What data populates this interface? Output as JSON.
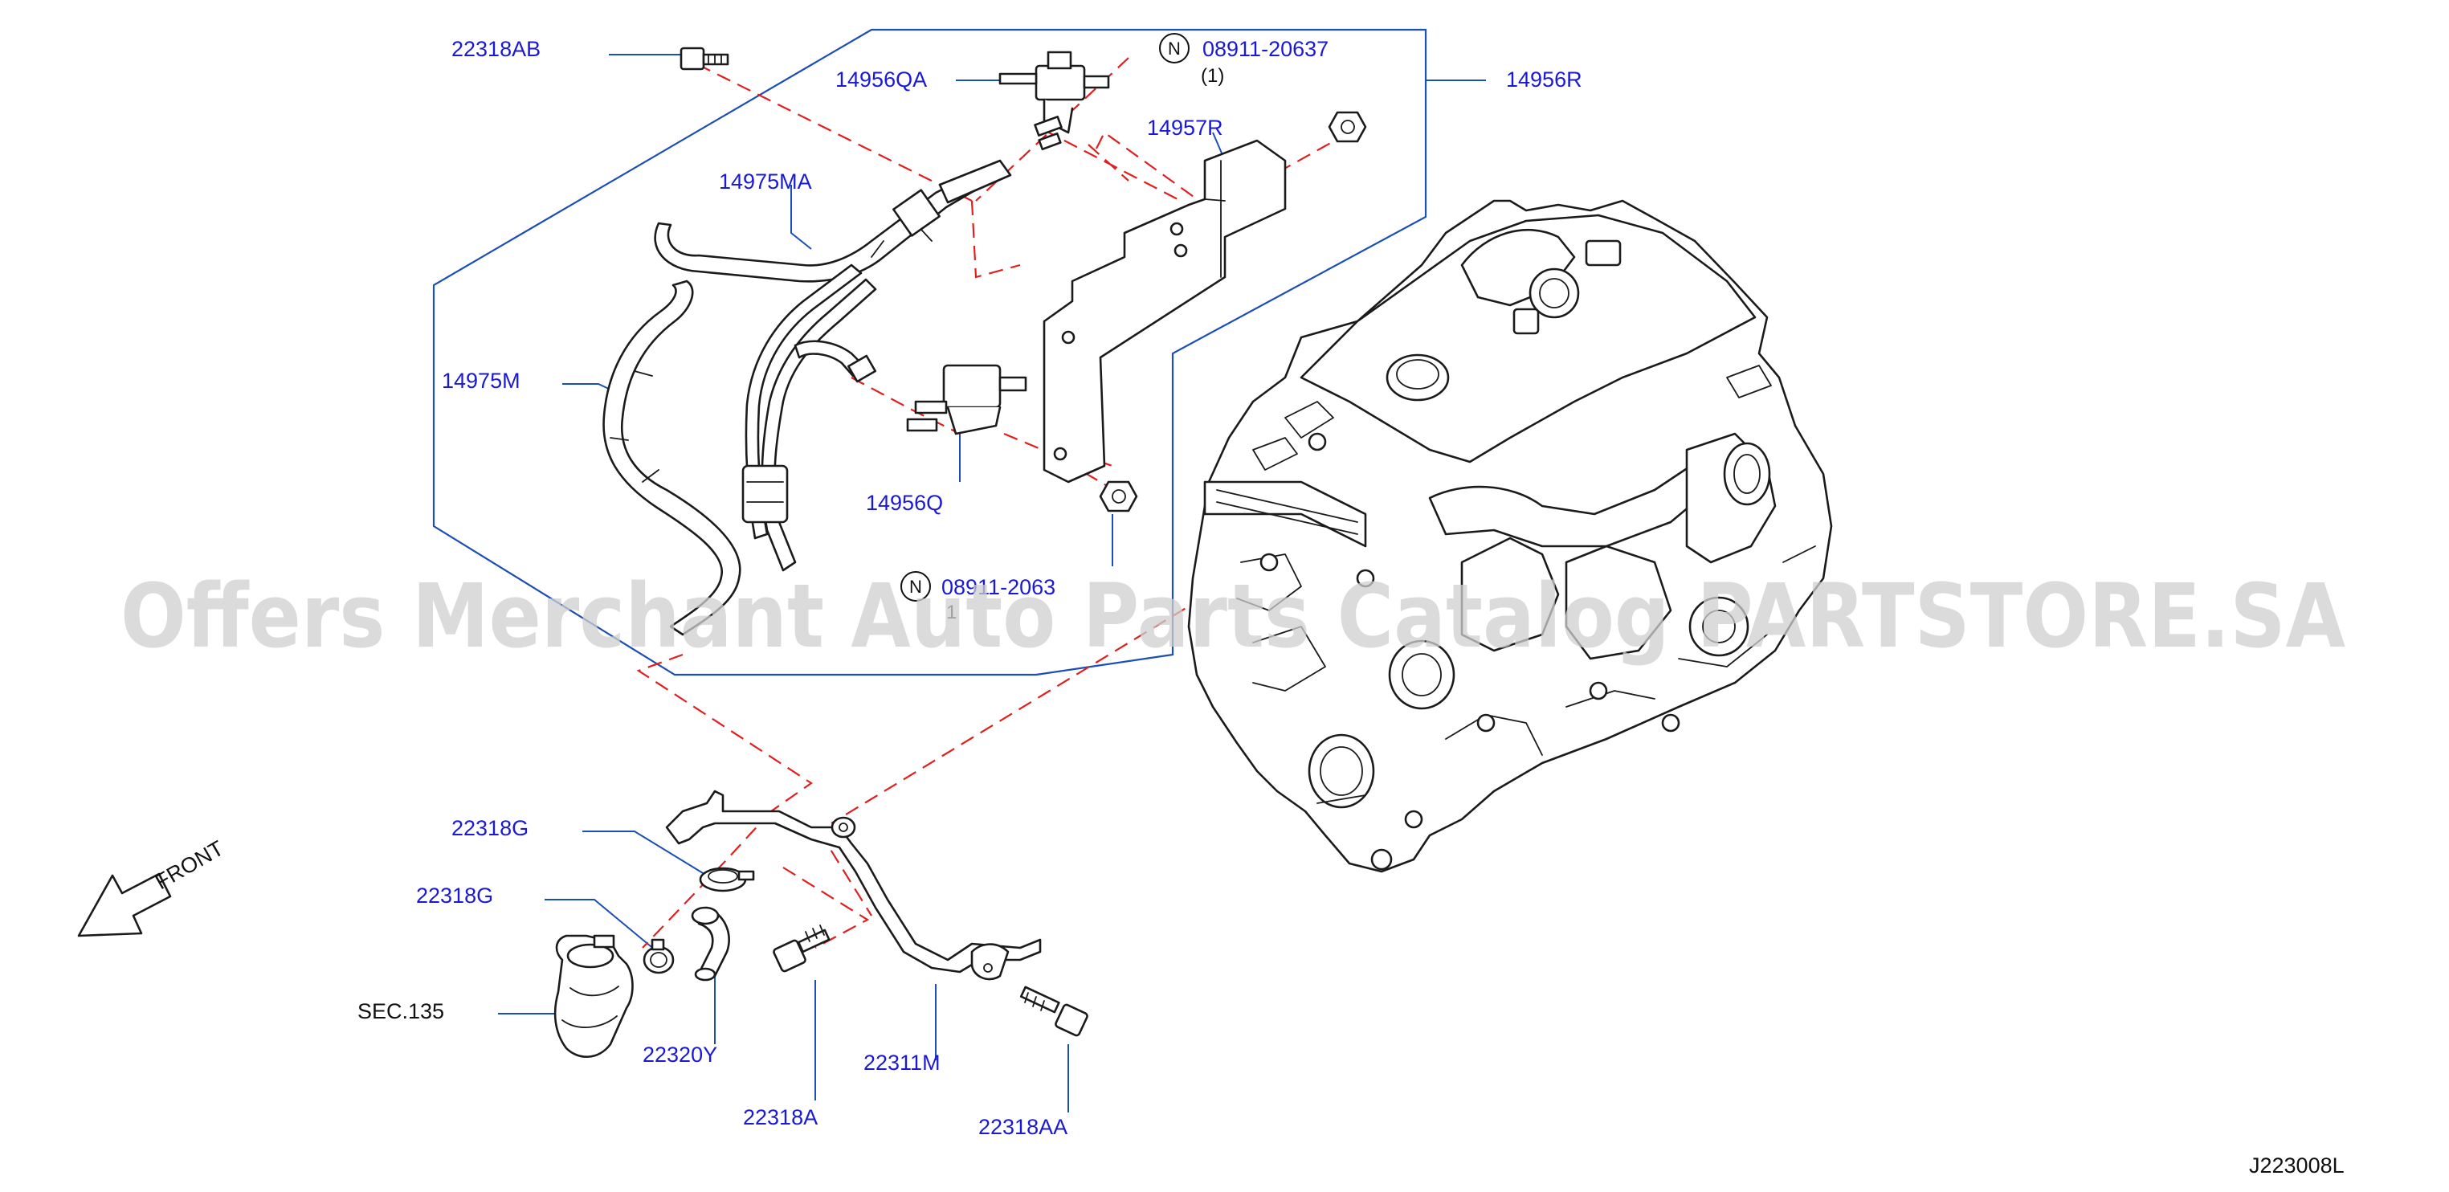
{
  "labels": {
    "p22318AB": "22318AB",
    "p14956QA": "14956QA",
    "p08911_top": "08911-20637",
    "p08911_top_qty": "(1)",
    "p14956R": "14956R",
    "p14957R": "14957R",
    "p14975MA": "14975MA",
    "p14975M": "14975M",
    "p14956Q": "14956Q",
    "p08911_mid": "08911-2063",
    "p08911_mid_qty": "1",
    "p22318G_a": "22318G",
    "p22318G_b": "22318G",
    "sec135": "SEC.135",
    "p22320Y": "22320Y",
    "p22311M": "22311M",
    "p22318A": "22318A",
    "p22318AA": "22318AA",
    "front": "FRONT",
    "diagram_code": "J223008L",
    "n_marker": "N"
  },
  "watermark": "Offers Merchant Auto Parts Catalog PARTSTORE.SA",
  "colors": {
    "label_blue": "#1a1ad6",
    "leader_blue": "#1a4fb5",
    "dash_red": "#e0201f",
    "line_black": "#1b1b1b",
    "watermark_gray": "#cfcfcf"
  }
}
